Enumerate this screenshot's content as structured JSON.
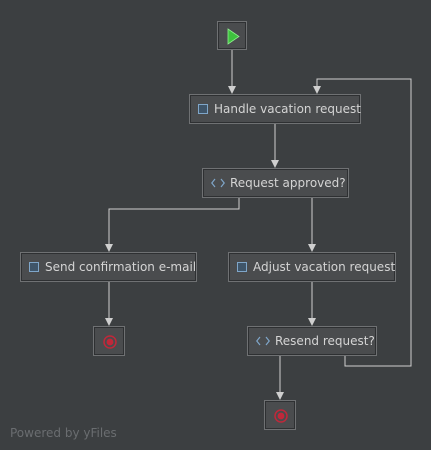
{
  "diagram": {
    "start_event": {
      "icon": "play-icon",
      "color": "#3ec23e"
    },
    "tasks": {
      "handle": {
        "label": "Handle vacation request",
        "icon": "task-icon"
      },
      "send_email": {
        "label": "Send confirmation e-mail",
        "icon": "task-icon"
      },
      "adjust": {
        "label": "Adjust vacation request",
        "icon": "task-icon"
      }
    },
    "gateways": {
      "approved": {
        "label": "Request approved?",
        "icon": "gateway-diamond-icon"
      },
      "resend": {
        "label": "Resend request?",
        "icon": "gateway-diamond-icon"
      }
    },
    "end_events": {
      "after_email": {
        "icon": "end-event-icon",
        "color": "#c0283a"
      },
      "after_resend": {
        "icon": "end-event-icon",
        "color": "#c0283a"
      }
    },
    "connector_color": "#cfcfcf"
  },
  "watermark": "Powered by yFiles"
}
